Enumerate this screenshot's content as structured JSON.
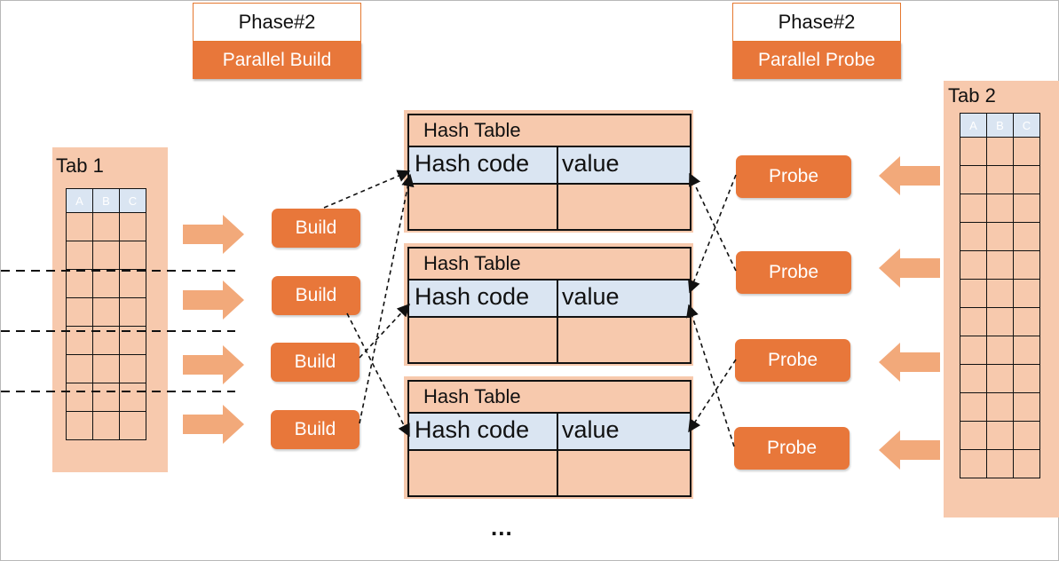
{
  "phase_build": {
    "title": "Phase#2",
    "subtitle": "Parallel Build"
  },
  "phase_probe": {
    "title": "Phase#2",
    "subtitle": "Parallel Probe"
  },
  "tab1": {
    "label": "Tab 1",
    "columns": [
      "A",
      "B",
      "C"
    ]
  },
  "tab2": {
    "label": "Tab 2",
    "columns": [
      "A",
      "B",
      "C"
    ]
  },
  "build_label": "Build",
  "probe_label": "Probe",
  "hash_tables": [
    {
      "title": "Hash Table",
      "col1": "Hash code",
      "col2": "value"
    },
    {
      "title": "Hash Table",
      "col1": "Hash code",
      "col2": "value"
    },
    {
      "title": "Hash Table",
      "col1": "Hash code",
      "col2": "value"
    }
  ],
  "ellipsis": "...",
  "colors": {
    "accent": "#e8773a",
    "panel": "#f7c9ad",
    "header": "#dae5f2",
    "arrow": "#f2a97a"
  }
}
